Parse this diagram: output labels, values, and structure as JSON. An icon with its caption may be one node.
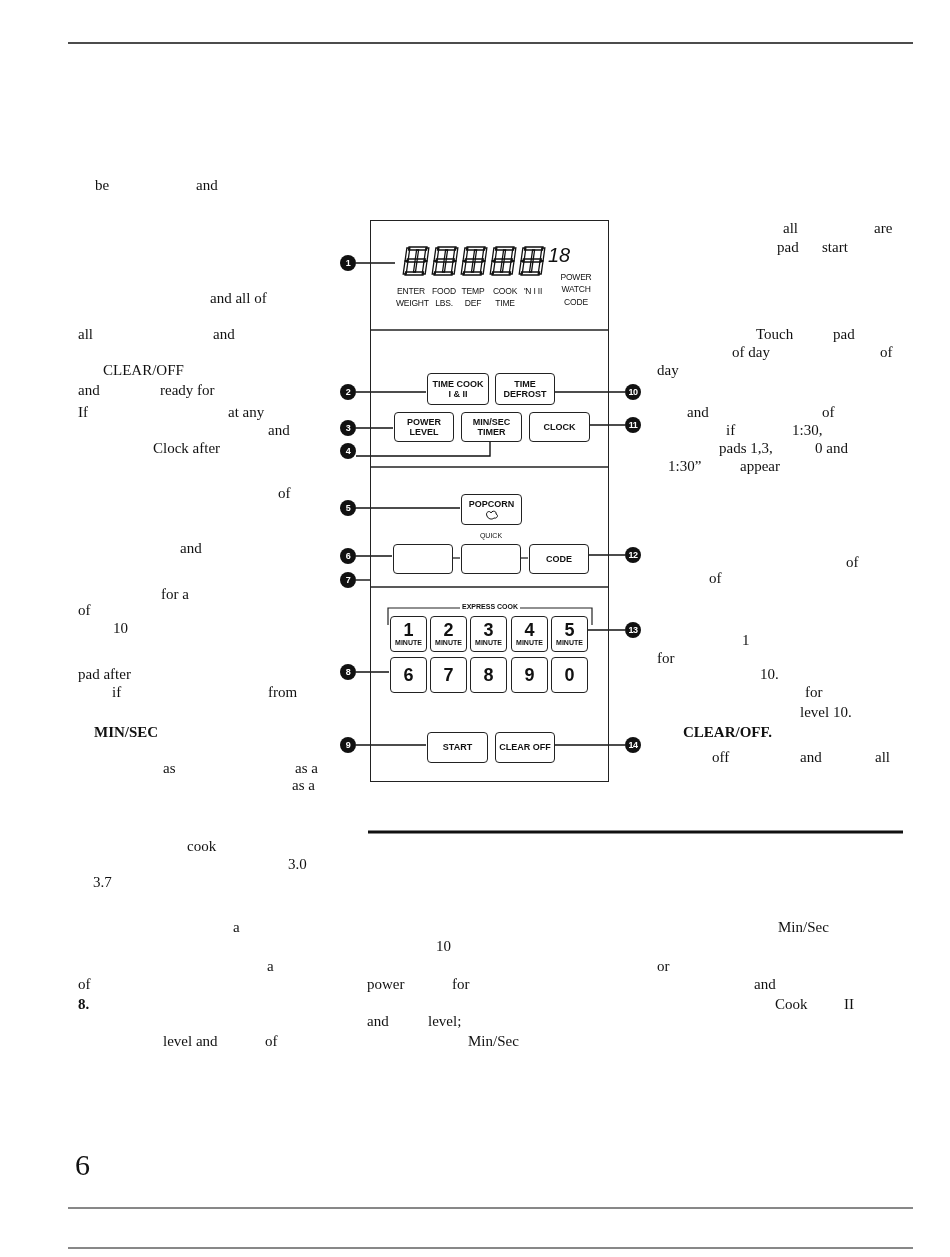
{
  "diagram": {
    "nodes": [
      {
        "text": [],
        "shape": "box"
      },
      {
        "text": [
          "18",
          "ENTER WEIGHT",
          "FOOD LBS.",
          "TEMP DEF",
          "COOK TIME",
          "'N I II",
          "POWER WATCH CODE"
        ],
        "in": 0
      },
      {
        "text": [
          "TIME COOK I & II"
        ],
        "in": 0
      },
      {
        "text": [
          "TIME DEFROST"
        ],
        "in": 0
      },
      {
        "text": [
          "POWER LEVEL"
        ],
        "in": 0
      },
      {
        "text": [
          "MIN/SEC TIMER"
        ],
        "in": 0
      },
      {
        "text": [
          "CLOCK"
        ],
        "in": 0
      },
      {
        "text": [
          "POPCORN"
        ],
        "in": 0
      },
      {
        "text": [],
        "shape": "box",
        "in": 0
      },
      {
        "text": [],
        "shape": "box",
        "in": 0,
        "beside": [
          "QUICK"
        ]
      },
      {
        "text": [
          "CODE"
        ],
        "in": 0
      },
      {
        "text": [
          "1",
          "MINUTE"
        ],
        "in": 0
      },
      {
        "text": [
          "2",
          "MINUTE"
        ],
        "in": 0
      },
      {
        "text": [
          "3",
          "MINUTE"
        ],
        "in": 0
      },
      {
        "text": [
          "4",
          "MINUTE"
        ],
        "in": 0
      },
      {
        "text": [
          "5",
          "MINUTE"
        ],
        "in": 0
      },
      {
        "text": [
          "6"
        ],
        "in": 0
      },
      {
        "text": [
          "7"
        ],
        "in": 0
      },
      {
        "text": [
          "8"
        ],
        "in": 0
      },
      {
        "text": [
          "9"
        ],
        "in": 0
      },
      {
        "text": [
          "0"
        ],
        "in": 0
      },
      {
        "text": [
          "START"
        ],
        "in": 0
      },
      {
        "text": [
          "CLEAR OFF"
        ],
        "in": 0
      },
      {
        "text": [
          "1"
        ]
      },
      {
        "text": [
          "2"
        ]
      },
      {
        "text": [
          "3"
        ]
      },
      {
        "text": [
          "4"
        ]
      },
      {
        "text": [
          "5"
        ]
      },
      {
        "text": [
          "6"
        ]
      },
      {
        "text": [
          "7"
        ]
      },
      {
        "text": [
          "8"
        ]
      },
      {
        "text": [
          "9"
        ]
      },
      {
        "text": [
          "10"
        ]
      },
      {
        "text": [
          "11"
        ]
      },
      {
        "text": [
          "12"
        ]
      },
      {
        "text": [
          "13"
        ]
      },
      {
        "text": [
          "14"
        ]
      }
    ],
    "edges": [
      {
        "from": 23,
        "to": 1,
        "arrow": "none"
      },
      {
        "from": 24,
        "to": 2,
        "arrow": "none"
      },
      {
        "from": 25,
        "to": 4,
        "arrow": "none"
      },
      {
        "from": 26,
        "to": 5,
        "arrow": "none"
      },
      {
        "from": 27,
        "to": 7,
        "arrow": "none"
      },
      {
        "from": 28,
        "to": 8,
        "arrow": "none"
      },
      {
        "from": 29,
        "to": 0,
        "arrow": "none"
      },
      {
        "from": 30,
        "to": 16,
        "arrow": "none"
      },
      {
        "from": 31,
        "to": 21,
        "arrow": "none"
      },
      {
        "from": 32,
        "to": 3,
        "arrow": "none"
      },
      {
        "from": 33,
        "to": 6,
        "arrow": "none"
      },
      {
        "from": 34,
        "to": 10,
        "arrow": "none"
      },
      {
        "from": 35,
        "to": 15,
        "arrow": "none"
      },
      {
        "from": 36,
        "to": 22,
        "arrow": "none"
      }
    ],
    "labels": [
      "be",
      "and",
      "all",
      "are",
      "pad",
      "start",
      "and all of",
      "all",
      "and",
      "Touch",
      "pad",
      "of day",
      "of",
      "CLEAR/OFF",
      "day",
      "and",
      "ready for",
      "If",
      "at any",
      "and",
      "of",
      "and",
      "if",
      "1:30,",
      "Clock after",
      "pads 1,3,",
      "0 and",
      "1:30”",
      "appear",
      "of",
      "and",
      "of",
      "of",
      "for a",
      "of",
      "EXPRESS COOK",
      "10",
      "1",
      "for",
      "pad after",
      "10.",
      "if",
      "from",
      "for",
      "level 10.",
      "MIN/SEC",
      "CLEAR/OFF.",
      "off",
      "and",
      "all",
      "as",
      "as a",
      "as a",
      "cook",
      "3.0",
      "3.7",
      "a",
      "Min/Sec",
      "10",
      "a",
      "or",
      "of",
      "power",
      "for",
      "and",
      "8.",
      "Cook",
      "II",
      "and",
      "level;",
      "level and",
      "of",
      "Min/Sec",
      "6"
    ]
  }
}
